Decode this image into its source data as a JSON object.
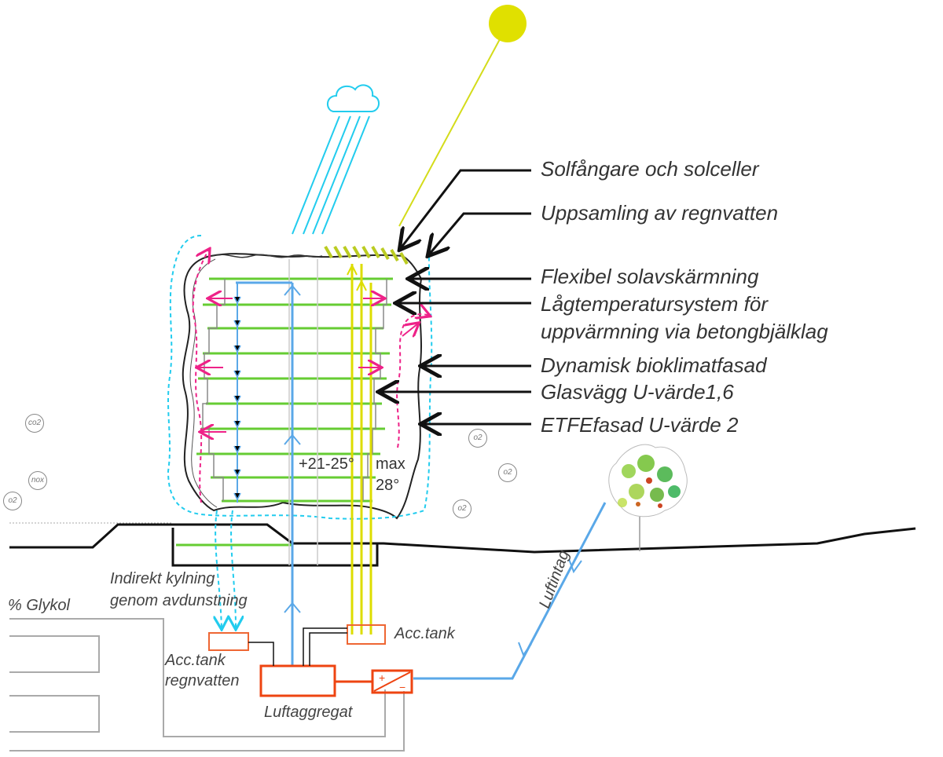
{
  "callouts": {
    "solar_collectors": "Solfångare och solceller",
    "rainwater_collection": "Uppsamling av regnvatten",
    "solar_shading": "Flexibel solavskärmning",
    "low_temp_line1": "Lågtemperatursystem för",
    "low_temp_line2": "uppvärmning via betongbjälklag",
    "bioclimatic_facade": "Dynamisk bioklimatfasad",
    "glass_wall": "Glasvägg U-värde1,6",
    "etfe_facade": "ETFEfasad U-värde 2"
  },
  "labels": {
    "temp_range": "+21-25°",
    "temp_max": "max",
    "temp_max_value": "28°",
    "indirect_cooling_line1": "Indirekt kylning",
    "indirect_cooling_line2": "genom avdunstning",
    "glycol": "% Glykol",
    "acc_tank": "Acc.tank",
    "acc_tank_rain_line1": "Acc.tank",
    "acc_tank_rain_line2": "regnvatten",
    "air_handler": "Luftaggregat",
    "air_intake": "Luftintag"
  },
  "gases": {
    "co2": "co2",
    "nox": "nox",
    "o2": "o2"
  },
  "colors": {
    "sun": "#e0e000",
    "sun_ray": "#d4dc1a",
    "rain": "#22ccee",
    "floor_green": "#66cc33",
    "air_blue": "#5aa8e8",
    "heat_pink": "#ee2288",
    "duct_yellow": "#dddd00",
    "equipment_red": "#ee4411",
    "grey": "#aaaaaa"
  }
}
